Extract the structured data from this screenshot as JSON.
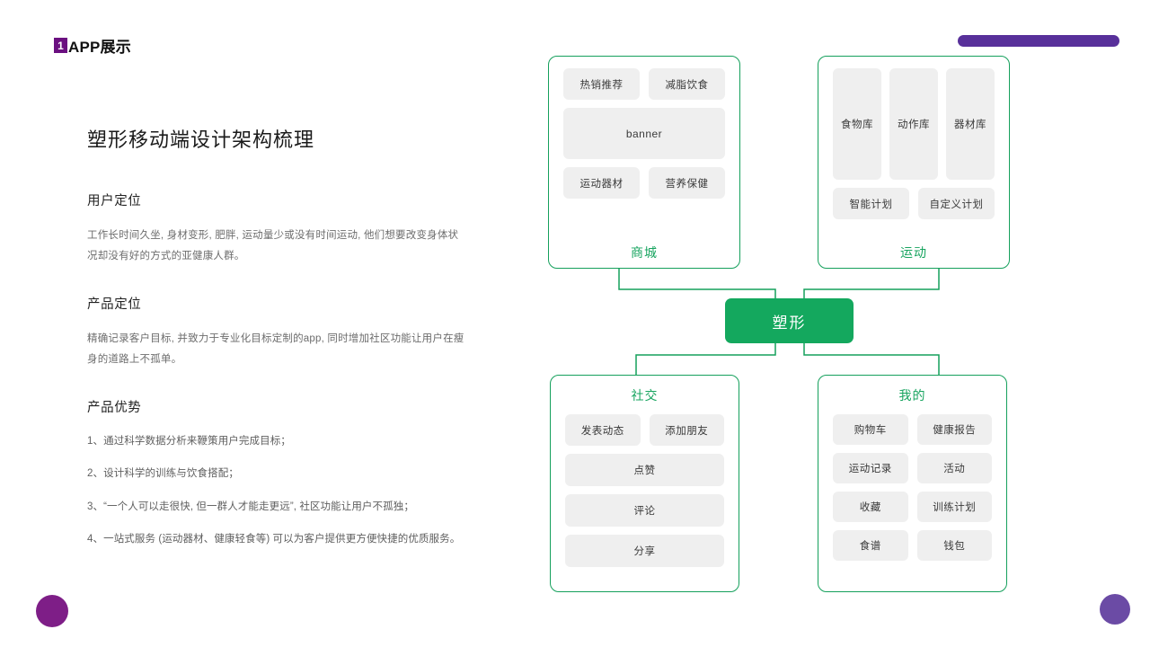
{
  "header": {
    "badge": "1",
    "title": "APP展示"
  },
  "decorations": {
    "pill_color": "#58309A",
    "circle_left_color": "#7E1E87",
    "circle_right_color": "#6B4BA5"
  },
  "left": {
    "main_title": "塑形移动端设计架构梳理",
    "sections": [
      {
        "heading": "用户定位",
        "body": "工作长时间久坐, 身材变形, 肥胖, 运动量少或没有时间运动, 他们想要改变身体状况却没有好的方式的亚健康人群。"
      },
      {
        "heading": "产品定位",
        "body": "精确记录客户目标, 并致力于专业化目标定制的app, 同时增加社区功能让用户在瘦身的道路上不孤单。"
      }
    ],
    "advantages_heading": "产品优势",
    "advantages": [
      "1、通过科学数据分析来鞭策用户完成目标；",
      "2、设计科学的训练与饮食搭配；",
      "3、“一个人可以走很快, 但一群人才能走更远”, 社区功能让用户不孤独；",
      "4、一站式服务 (运动器材、健康轻食等) 可以为客户提供更方便快捷的优质服务。"
    ]
  },
  "diagram": {
    "accent_color": "#15A05C",
    "tile_color": "#EFEFEF",
    "center": {
      "label": "塑形"
    },
    "cards": {
      "shop": {
        "label": "商城",
        "row1": [
          "热销推荐",
          "减脂饮食"
        ],
        "banner": "banner",
        "row2": [
          "运动器材",
          "营养保健"
        ]
      },
      "sport": {
        "label": "运动",
        "tall": [
          "食物库",
          "动作库",
          "器材库"
        ],
        "row": [
          "智能计划",
          "自定义计划"
        ]
      },
      "social": {
        "label": "社交",
        "row1": [
          "发表动态",
          "添加朋友"
        ],
        "stack": [
          "点赞",
          "评论",
          "分享"
        ]
      },
      "mine": {
        "label": "我的",
        "grid": [
          "购物车",
          "健康报告",
          "运动记录",
          "活动",
          "收藏",
          "训练计划",
          "食谱",
          "钱包"
        ]
      }
    }
  }
}
